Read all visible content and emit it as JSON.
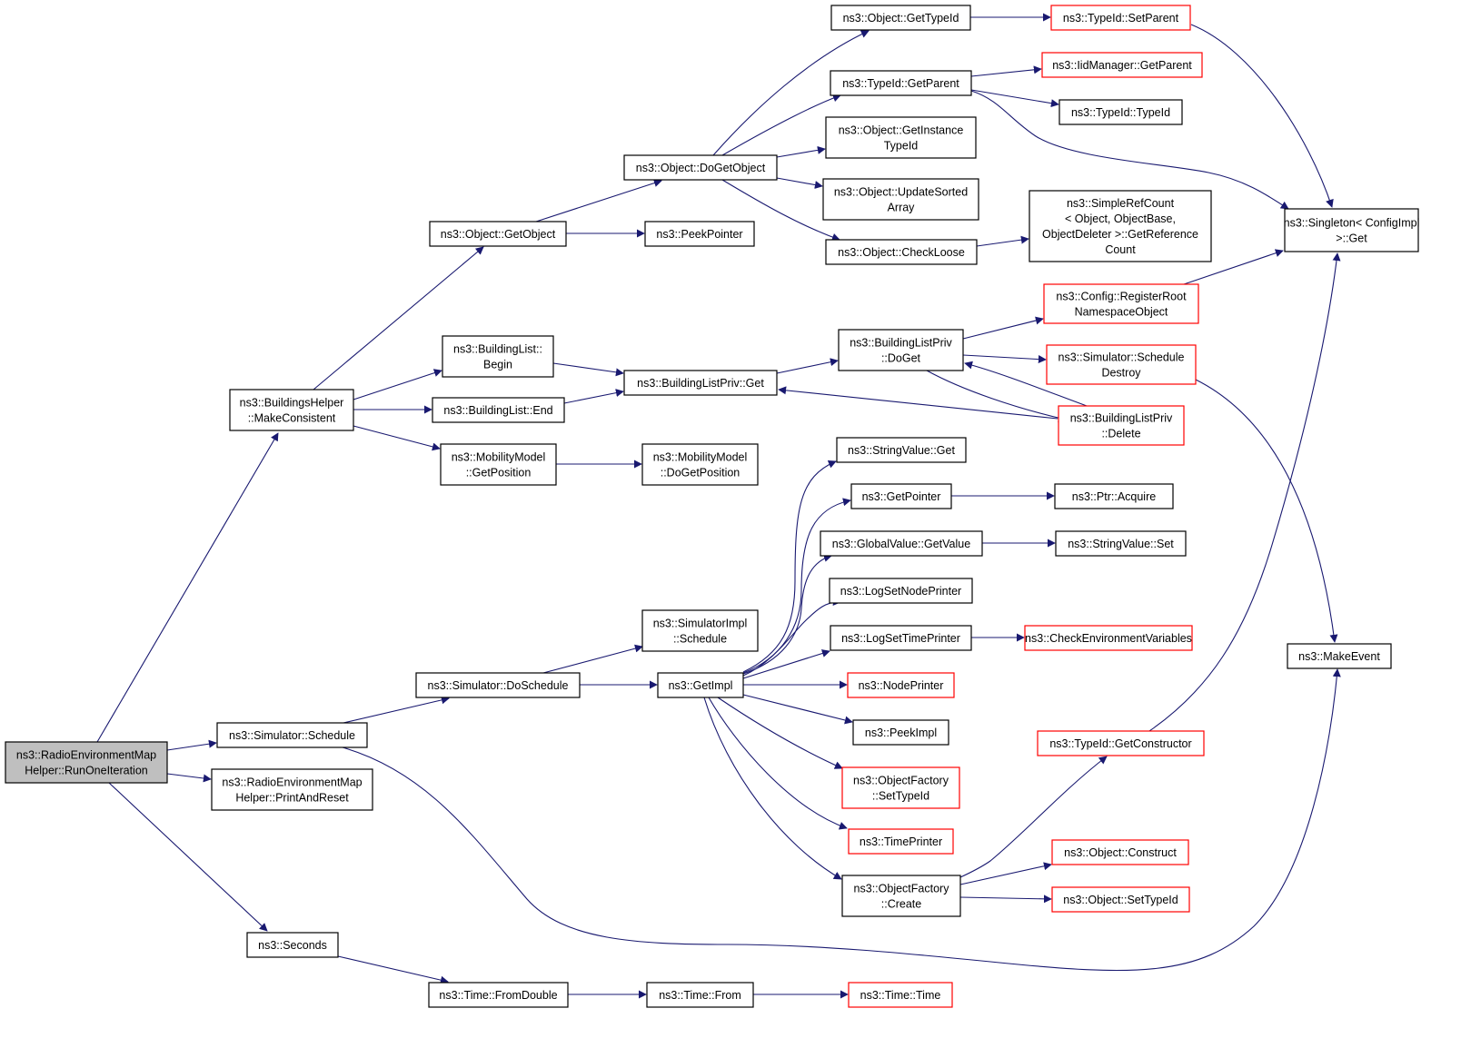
{
  "colors": {
    "edge": "#191970",
    "node_border_normal": "#000000",
    "node_border_external": "#ff0000",
    "root_fill": "#bfbfbf",
    "node_fill": "#ffffff"
  },
  "nodes": [
    {
      "id": "root",
      "lines": [
        "ns3::RadioEnvironmentMap",
        "Helper::RunOneIteration"
      ],
      "style": "root"
    },
    {
      "id": "make_consistent",
      "lines": [
        "ns3::BuildingsHelper",
        "::MakeConsistent"
      ],
      "style": "normal"
    },
    {
      "id": "sim_schedule",
      "lines": [
        "ns3::Simulator::Schedule"
      ],
      "style": "normal"
    },
    {
      "id": "print_reset",
      "lines": [
        "ns3::RadioEnvironmentMap",
        "Helper::PrintAndReset"
      ],
      "style": "normal"
    },
    {
      "id": "seconds",
      "lines": [
        "ns3::Seconds"
      ],
      "style": "normal"
    },
    {
      "id": "get_object",
      "lines": [
        "ns3::Object::GetObject"
      ],
      "style": "normal"
    },
    {
      "id": "bl_begin",
      "lines": [
        "ns3::BuildingList::",
        "Begin"
      ],
      "style": "normal"
    },
    {
      "id": "bl_end",
      "lines": [
        "ns3::BuildingList::End"
      ],
      "style": "normal"
    },
    {
      "id": "mm_getpos",
      "lines": [
        "ns3::MobilityModel",
        "::GetPosition"
      ],
      "style": "normal"
    },
    {
      "id": "sim_doschedule",
      "lines": [
        "ns3::Simulator::DoSchedule"
      ],
      "style": "normal"
    },
    {
      "id": "time_fromdouble",
      "lines": [
        "ns3::Time::FromDouble"
      ],
      "style": "normal"
    },
    {
      "id": "do_get_object",
      "lines": [
        "ns3::Object::DoGetObject"
      ],
      "style": "normal"
    },
    {
      "id": "peek_pointer",
      "lines": [
        "ns3::PeekPointer"
      ],
      "style": "normal"
    },
    {
      "id": "blp_get",
      "lines": [
        "ns3::BuildingListPriv::Get"
      ],
      "style": "normal"
    },
    {
      "id": "mm_dogetpos",
      "lines": [
        "ns3::MobilityModel",
        "::DoGetPosition"
      ],
      "style": "normal"
    },
    {
      "id": "simimpl_schedule",
      "lines": [
        "ns3::SimulatorImpl",
        "::Schedule"
      ],
      "style": "normal"
    },
    {
      "id": "get_impl",
      "lines": [
        "ns3::GetImpl"
      ],
      "style": "normal"
    },
    {
      "id": "time_from",
      "lines": [
        "ns3::Time::From"
      ],
      "style": "normal"
    },
    {
      "id": "obj_gettypeid",
      "lines": [
        "ns3::Object::GetTypeId"
      ],
      "style": "normal"
    },
    {
      "id": "typeid_getparent",
      "lines": [
        "ns3::TypeId::GetParent"
      ],
      "style": "normal"
    },
    {
      "id": "obj_getinstancetypeid",
      "lines": [
        "ns3::Object::GetInstance",
        "TypeId"
      ],
      "style": "normal"
    },
    {
      "id": "obj_updatesorted",
      "lines": [
        "ns3::Object::UpdateSorted",
        "Array"
      ],
      "style": "normal"
    },
    {
      "id": "obj_checkloose",
      "lines": [
        "ns3::Object::CheckLoose"
      ],
      "style": "normal"
    },
    {
      "id": "blp_doget",
      "lines": [
        "ns3::BuildingListPriv",
        "::DoGet"
      ],
      "style": "normal"
    },
    {
      "id": "stringvalue_get",
      "lines": [
        "ns3::StringValue::Get"
      ],
      "style": "normal"
    },
    {
      "id": "get_pointer",
      "lines": [
        "ns3::GetPointer"
      ],
      "style": "normal"
    },
    {
      "id": "globalvalue_getvalue",
      "lines": [
        "ns3::GlobalValue::GetValue"
      ],
      "style": "normal"
    },
    {
      "id": "logsetnodeprinter",
      "lines": [
        "ns3::LogSetNodePrinter"
      ],
      "style": "normal"
    },
    {
      "id": "logsettimeprinter",
      "lines": [
        "ns3::LogSetTimePrinter"
      ],
      "style": "normal"
    },
    {
      "id": "nodeprinter",
      "lines": [
        "ns3::NodePrinter"
      ],
      "style": "external"
    },
    {
      "id": "peekimpl",
      "lines": [
        "ns3::PeekImpl"
      ],
      "style": "normal"
    },
    {
      "id": "of_settypeid",
      "lines": [
        "ns3::ObjectFactory",
        "::SetTypeId"
      ],
      "style": "external"
    },
    {
      "id": "timeprinter",
      "lines": [
        "ns3::TimePrinter"
      ],
      "style": "external"
    },
    {
      "id": "of_create",
      "lines": [
        "ns3::ObjectFactory",
        "::Create"
      ],
      "style": "normal"
    },
    {
      "id": "time_time",
      "lines": [
        "ns3::Time::Time"
      ],
      "style": "external"
    },
    {
      "id": "typeid_setparent",
      "lines": [
        "ns3::TypeId::SetParent"
      ],
      "style": "external"
    },
    {
      "id": "iidmanager_getparent",
      "lines": [
        "ns3::IidManager::GetParent"
      ],
      "style": "external"
    },
    {
      "id": "typeid_typeid",
      "lines": [
        "ns3::TypeId::TypeId"
      ],
      "style": "normal"
    },
    {
      "id": "simplerefcount",
      "lines": [
        "ns3::SimpleRefCount",
        "< Object, ObjectBase,",
        "ObjectDeleter >::GetReference",
        "Count"
      ],
      "style": "normal"
    },
    {
      "id": "config_registerroot",
      "lines": [
        "ns3::Config::RegisterRoot",
        "NamespaceObject"
      ],
      "style": "external"
    },
    {
      "id": "sim_scheduledestroy",
      "lines": [
        "ns3::Simulator::Schedule",
        "Destroy"
      ],
      "style": "external"
    },
    {
      "id": "blp_delete",
      "lines": [
        "ns3::BuildingListPriv",
        "::Delete"
      ],
      "style": "external"
    },
    {
      "id": "ptr_acquire",
      "lines": [
        "ns3::Ptr::Acquire"
      ],
      "style": "normal"
    },
    {
      "id": "stringvalue_set",
      "lines": [
        "ns3::StringValue::Set"
      ],
      "style": "normal"
    },
    {
      "id": "checkenvvars",
      "lines": [
        "ns3::CheckEnvironmentVariables"
      ],
      "style": "external"
    },
    {
      "id": "typeid_getconstructor",
      "lines": [
        "ns3::TypeId::GetConstructor"
      ],
      "style": "external"
    },
    {
      "id": "obj_construct",
      "lines": [
        "ns3::Object::Construct"
      ],
      "style": "external"
    },
    {
      "id": "obj_settypeid",
      "lines": [
        "ns3::Object::SetTypeId"
      ],
      "style": "external"
    },
    {
      "id": "singleton_get",
      "lines": [
        "ns3::Singleton< ConfigImpl",
        ">::Get"
      ],
      "style": "normal"
    },
    {
      "id": "makeevent",
      "lines": [
        "ns3::MakeEvent"
      ],
      "style": "normal"
    }
  ],
  "edges": [
    [
      "root",
      "make_consistent"
    ],
    [
      "root",
      "sim_schedule"
    ],
    [
      "root",
      "print_reset"
    ],
    [
      "root",
      "seconds"
    ],
    [
      "make_consistent",
      "get_object"
    ],
    [
      "make_consistent",
      "bl_begin"
    ],
    [
      "make_consistent",
      "bl_end"
    ],
    [
      "make_consistent",
      "mm_getpos"
    ],
    [
      "sim_schedule",
      "sim_doschedule"
    ],
    [
      "sim_schedule",
      "makeevent"
    ],
    [
      "seconds",
      "time_fromdouble"
    ],
    [
      "get_object",
      "do_get_object"
    ],
    [
      "get_object",
      "peek_pointer"
    ],
    [
      "bl_begin",
      "blp_get"
    ],
    [
      "bl_end",
      "blp_get"
    ],
    [
      "mm_getpos",
      "mm_dogetpos"
    ],
    [
      "sim_doschedule",
      "simimpl_schedule"
    ],
    [
      "sim_doschedule",
      "get_impl"
    ],
    [
      "time_fromdouble",
      "time_from"
    ],
    [
      "time_from",
      "time_time"
    ],
    [
      "do_get_object",
      "obj_gettypeid"
    ],
    [
      "do_get_object",
      "typeid_getparent"
    ],
    [
      "do_get_object",
      "obj_getinstancetypeid"
    ],
    [
      "do_get_object",
      "obj_updatesorted"
    ],
    [
      "do_get_object",
      "obj_checkloose"
    ],
    [
      "obj_gettypeid",
      "typeid_setparent"
    ],
    [
      "typeid_getparent",
      "iidmanager_getparent"
    ],
    [
      "typeid_getparent",
      "typeid_typeid"
    ],
    [
      "typeid_getparent",
      "singleton_get"
    ],
    [
      "obj_checkloose",
      "simplerefcount"
    ],
    [
      "typeid_setparent",
      "singleton_get"
    ],
    [
      "blp_get",
      "blp_doget"
    ],
    [
      "blp_doget",
      "config_registerroot"
    ],
    [
      "blp_doget",
      "sim_scheduledestroy"
    ],
    [
      "blp_doget",
      "blp_delete"
    ],
    [
      "blp_delete",
      "blp_doget"
    ],
    [
      "blp_delete",
      "blp_get"
    ],
    [
      "config_registerroot",
      "singleton_get"
    ],
    [
      "sim_scheduledestroy",
      "makeevent"
    ],
    [
      "get_impl",
      "stringvalue_get"
    ],
    [
      "get_impl",
      "get_pointer"
    ],
    [
      "get_impl",
      "globalvalue_getvalue"
    ],
    [
      "get_impl",
      "logsetnodeprinter"
    ],
    [
      "get_impl",
      "logsettimeprinter"
    ],
    [
      "get_impl",
      "nodeprinter"
    ],
    [
      "get_impl",
      "peekimpl"
    ],
    [
      "get_impl",
      "of_settypeid"
    ],
    [
      "get_impl",
      "timeprinter"
    ],
    [
      "get_impl",
      "of_create"
    ],
    [
      "get_pointer",
      "ptr_acquire"
    ],
    [
      "globalvalue_getvalue",
      "stringvalue_set"
    ],
    [
      "logsettimeprinter",
      "checkenvvars"
    ],
    [
      "of_create",
      "typeid_getconstructor"
    ],
    [
      "of_create",
      "obj_construct"
    ],
    [
      "of_create",
      "obj_settypeid"
    ],
    [
      "typeid_getconstructor",
      "singleton_get"
    ]
  ]
}
